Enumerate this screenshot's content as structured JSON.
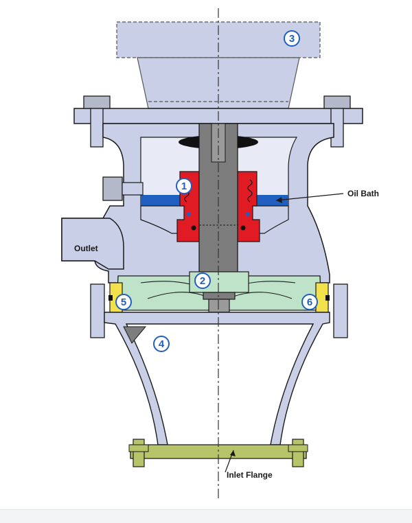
{
  "labels": {
    "oil_bath": "Oil Bath",
    "outlet": "Outlet",
    "inlet_flange": "Inlet Flange"
  },
  "callouts": [
    "1",
    "2",
    "3",
    "4",
    "5",
    "6"
  ],
  "colors": {
    "housing": "#c9cfe6",
    "housing_stroke": "#1a1a1a",
    "seal": "#e01b24",
    "oil": "#1f5fbf",
    "impeller": "#bfe3c9",
    "flange": "#b8c46a",
    "yellow": "#f2e14a",
    "shaft": "#7d7d7d",
    "callout_blue": "#1f5fbf"
  }
}
